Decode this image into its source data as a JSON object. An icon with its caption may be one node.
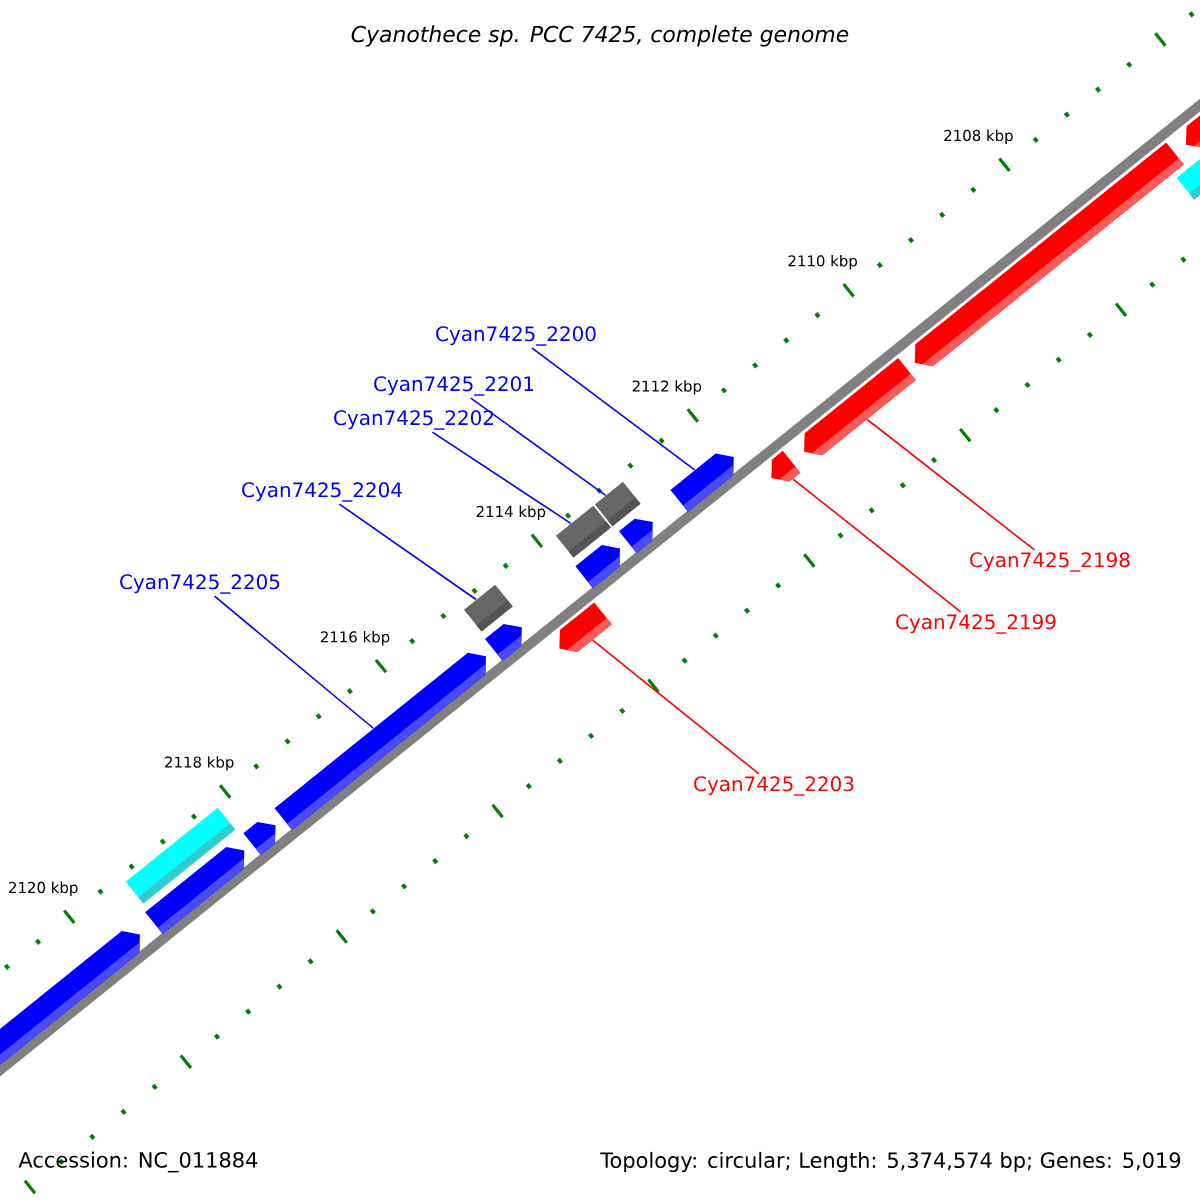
{
  "diagram": {
    "title": "*Cyanothece sp. PCC 7425, complete genome*",
    "nodes": [
      {
        "text": [
          "Cyan7425_2200"
        ]
      },
      {
        "text": [
          "Cyan7425_2201"
        ]
      },
      {
        "text": [
          "Cyan7425_2202"
        ]
      },
      {
        "text": [
          "Cyan7425_2204"
        ]
      },
      {
        "text": [
          "Cyan7425_2205"
        ]
      },
      {
        "text": [
          "Cyan7425_2198"
        ]
      },
      {
        "text": [
          "Cyan7425_2199"
        ]
      },
      {
        "text": [
          "Cyan7425_2203"
        ]
      },
      {
        "text": [],
        "shape": "pentagon"
      },
      {
        "text": [],
        "shape": "box"
      },
      {
        "text": [],
        "shape": "pentagon"
      },
      {
        "text": [],
        "shape": "pentagon"
      },
      {
        "text": [],
        "shape": "pentagon"
      },
      {
        "text": [],
        "shape": "box"
      },
      {
        "text": [],
        "shape": "pentagon"
      },
      {
        "text": [],
        "shape": "pentagon"
      },
      {
        "text": [],
        "shape": "box"
      },
      {
        "text": [],
        "shape": "pentagon"
      },
      {
        "text": [],
        "shape": "box"
      },
      {
        "text": [],
        "shape": "pentagon"
      },
      {
        "text": [],
        "shape": "pentagon"
      },
      {
        "text": [],
        "shape": "pentagon"
      },
      {
        "text": [],
        "shape": "pentagon"
      },
      {
        "text": [],
        "shape": "pentagon"
      },
      {
        "text": [],
        "shape": "pentagon"
      },
      {
        "text": [],
        "shape": "box"
      }
    ],
    "edges": [
      {
        "from": 0,
        "to": 20,
        "arrow": "none"
      },
      {
        "from": 1,
        "to": 18,
        "arrow": "none"
      },
      {
        "from": 2,
        "to": 16,
        "arrow": "none"
      },
      {
        "from": 3,
        "to": 13,
        "arrow": "none"
      },
      {
        "from": 4,
        "to": 12,
        "arrow": "none"
      },
      {
        "from": 5,
        "to": 22,
        "arrow": "none",
        "color": "#ff0000"
      },
      {
        "from": 6,
        "to": 21,
        "arrow": "none",
        "color": "#ff0000"
      },
      {
        "from": 7,
        "to": 15,
        "arrow": "none",
        "color": "#ff0000"
      }
    ],
    "labels": [
      "2108 kbp",
      "2110 kbp",
      "2112 kbp",
      "2114 kbp",
      "2116 kbp",
      "2118 kbp",
      "2120 kbp",
      "Accession: NC_011884",
      "Topology: circular; Length: 5,374,574 bp; Genes: 5,019"
    ]
  }
}
